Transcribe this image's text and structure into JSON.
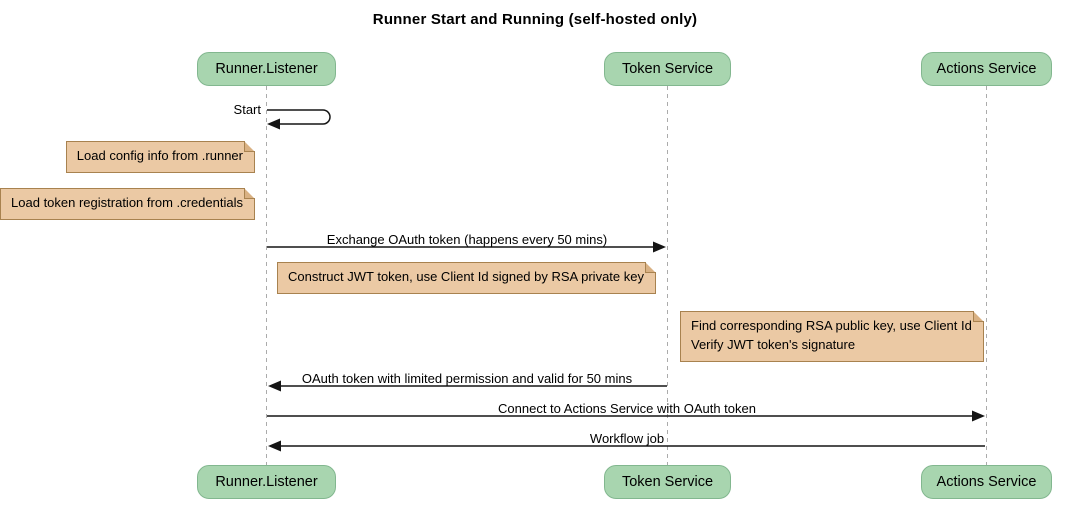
{
  "title": "Runner Start and Running (self-hosted only)",
  "participants": [
    {
      "name": "Runner.Listener"
    },
    {
      "name": "Token Service"
    },
    {
      "name": "Actions Service"
    }
  ],
  "messages": {
    "self_start": "Start",
    "exchange": "Exchange OAuth token (happens every 50 mins)",
    "oauth_return": "OAuth token with limited permission and valid for 50 mins",
    "connect": "Connect to Actions Service with OAuth token",
    "workflow": "Workflow job"
  },
  "notes": {
    "load_config": "Load config info from .runner",
    "load_credentials": "Load token registration from .credentials",
    "construct_jwt": "Construct JWT token, use Client Id signed by RSA private key",
    "find_rsa_line1": "Find corresponding RSA public key, use Client Id",
    "find_rsa_line2": "Verify JWT token's signature"
  },
  "colors": {
    "participant_fill": "#A8D5AF",
    "participant_border": "#82B78F",
    "note_fill": "#EBC9A4",
    "note_border": "#A8824F",
    "note_fold": "#D9B183",
    "lifeline": "#ABABAB",
    "arrow": "#151515",
    "text": "#000000"
  }
}
